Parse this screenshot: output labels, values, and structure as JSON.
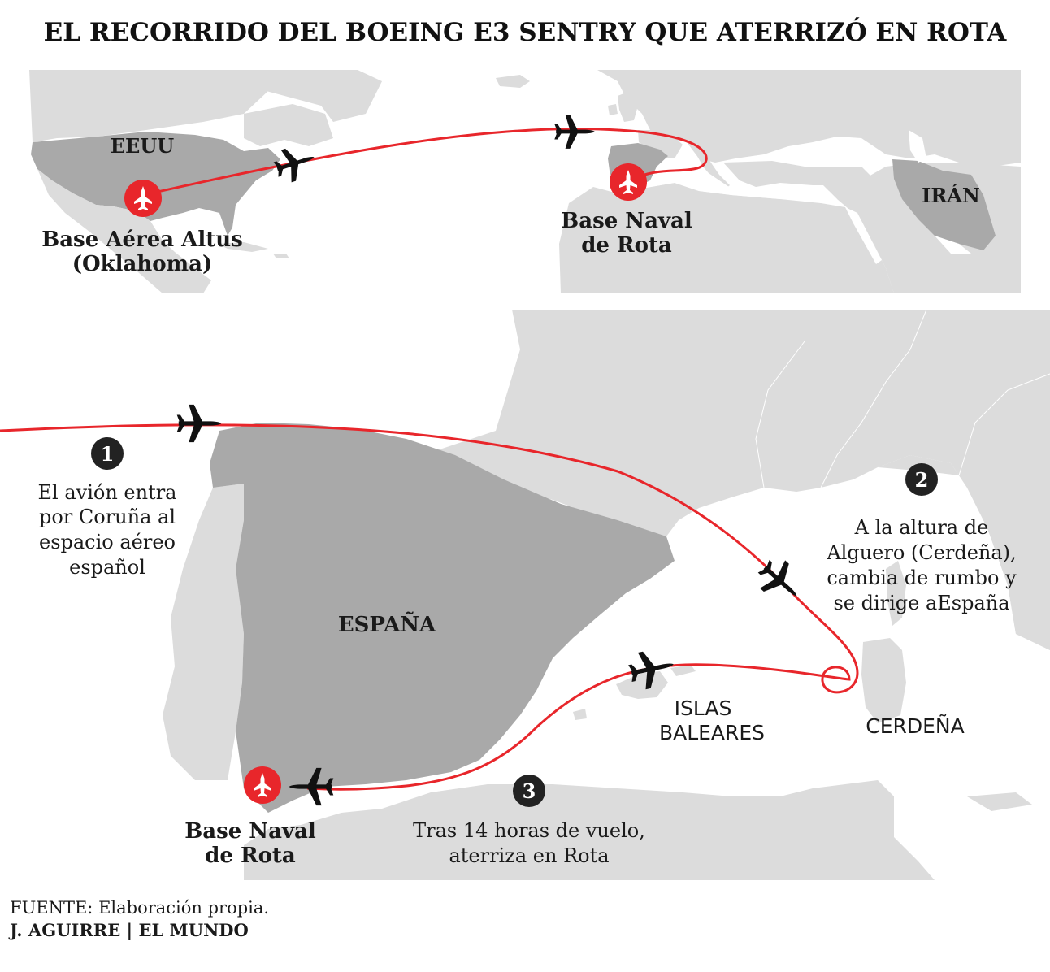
{
  "title": "EL RECORRIDO DEL BOEING E3 SENTRY QUE ATERRIZÓ EN ROTA",
  "world_map": {
    "country_usa": "EEUU",
    "country_iran": "IRÁN",
    "origin_line1": "Base Aérea Altus",
    "origin_line2": "(Oklahoma)",
    "dest_line1": "Base Naval",
    "dest_line2": "de Rota"
  },
  "detail_map": {
    "country_spain": "ESPAÑA",
    "islands_line1": "ISLAS",
    "islands_line2": "BALEARES",
    "sardinia": "CERDEÑA",
    "dest_line1": "Base Naval",
    "dest_line2": "de Rota",
    "steps": [
      {
        "number": "1",
        "lines": [
          "El avión entra",
          "por Coruña al",
          "espacio aéreo",
          "español"
        ]
      },
      {
        "number": "2",
        "lines": [
          "A la altura de",
          "Alguero (Cerdeña),",
          "cambia de rumbo y",
          "se dirige aEspaña"
        ]
      },
      {
        "number": "3",
        "lines": [
          "Tras 14 horas de vuelo,",
          "aterriza en Rota"
        ]
      }
    ]
  },
  "footer": {
    "source_label": "FUENTE:",
    "source_text": " Elaboración propia.",
    "credit": "J. AGUIRRE | EL MUNDO"
  },
  "colors": {
    "route": "#e8262b",
    "marker": "#e8262b",
    "land_highlight": "#a9a9a9",
    "land": "#dcdcdc",
    "water": "#ffffff",
    "badge": "#222222"
  }
}
